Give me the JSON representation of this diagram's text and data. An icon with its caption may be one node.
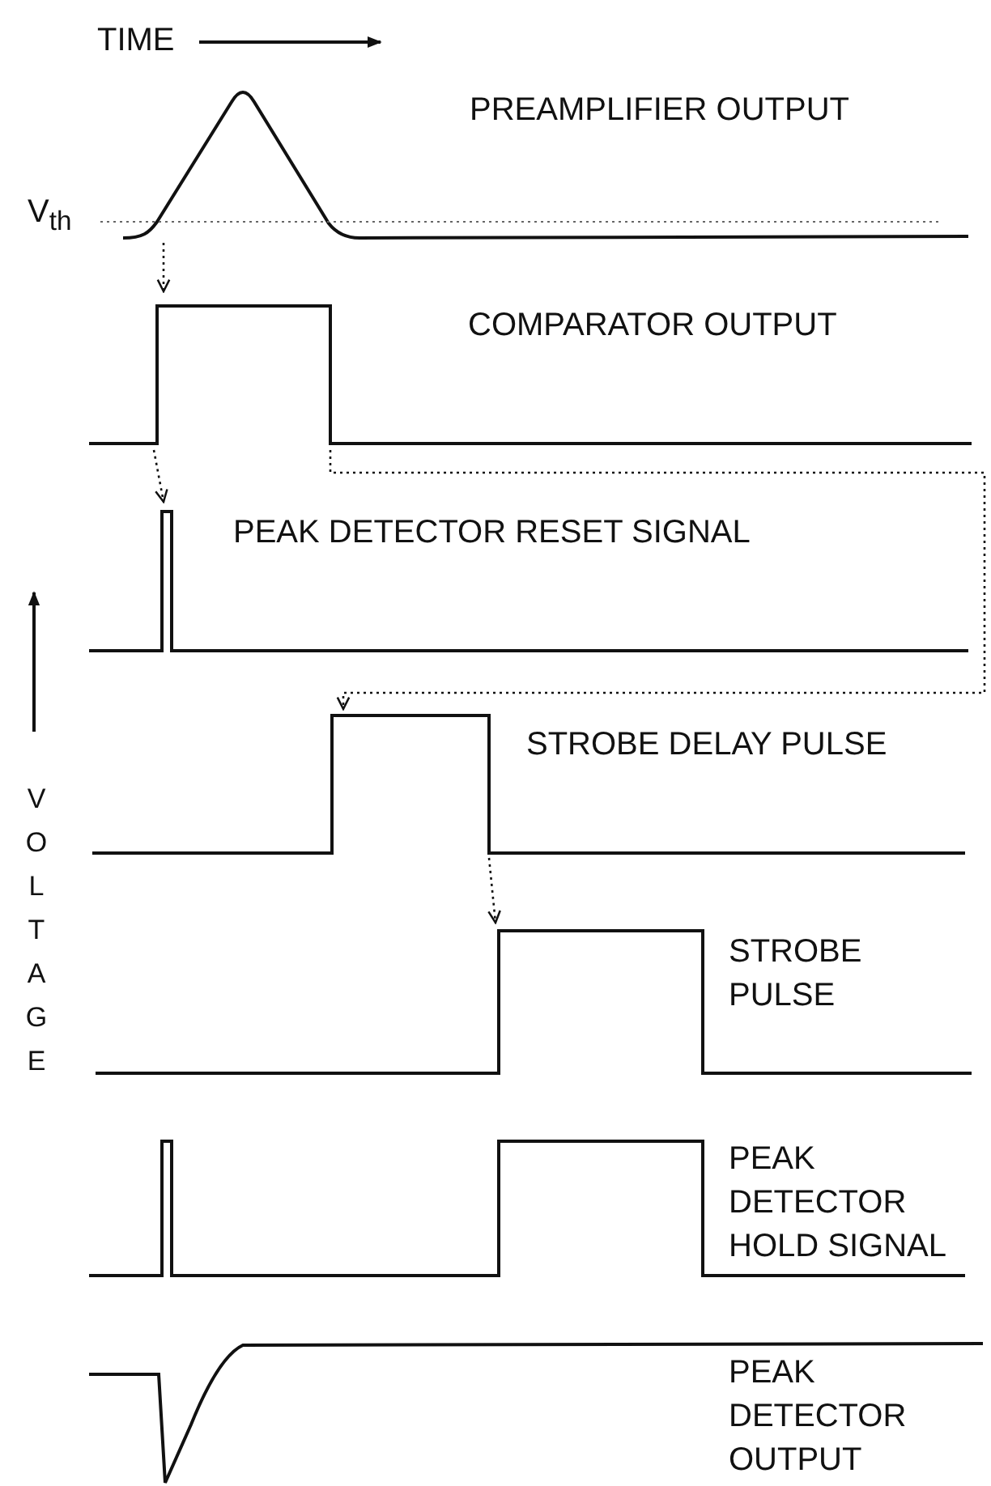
{
  "diagram": {
    "nodes": [
      {
        "text": [
          "PREAMPLIFIER OUTPUT"
        ]
      },
      {
        "text": [
          "COMPARATOR OUTPUT"
        ]
      },
      {
        "text": [
          "PEAK DETECTOR RESET SIGNAL"
        ]
      },
      {
        "text": [
          "STROBE DELAY PULSE"
        ]
      },
      {
        "text": [
          "STROBE PULSE"
        ]
      },
      {
        "text": [
          "PEAK DETECTOR HOLD SIGNAL"
        ]
      },
      {
        "text": [
          "PEAK DETECTOR OUTPUT"
        ]
      }
    ],
    "edges": [
      {
        "from": 0,
        "to": 1,
        "arrow": "to",
        "style": "dashed"
      },
      {
        "from": 1,
        "to": 2,
        "arrow": "to",
        "style": "dashed"
      },
      {
        "from": 1,
        "to": 3,
        "arrow": "to",
        "style": "dashed"
      },
      {
        "from": 3,
        "to": 4,
        "arrow": "to",
        "style": "dashed"
      }
    ],
    "labels": [
      "TIME",
      "V$_{th}$",
      "VOLTAGE"
    ]
  }
}
